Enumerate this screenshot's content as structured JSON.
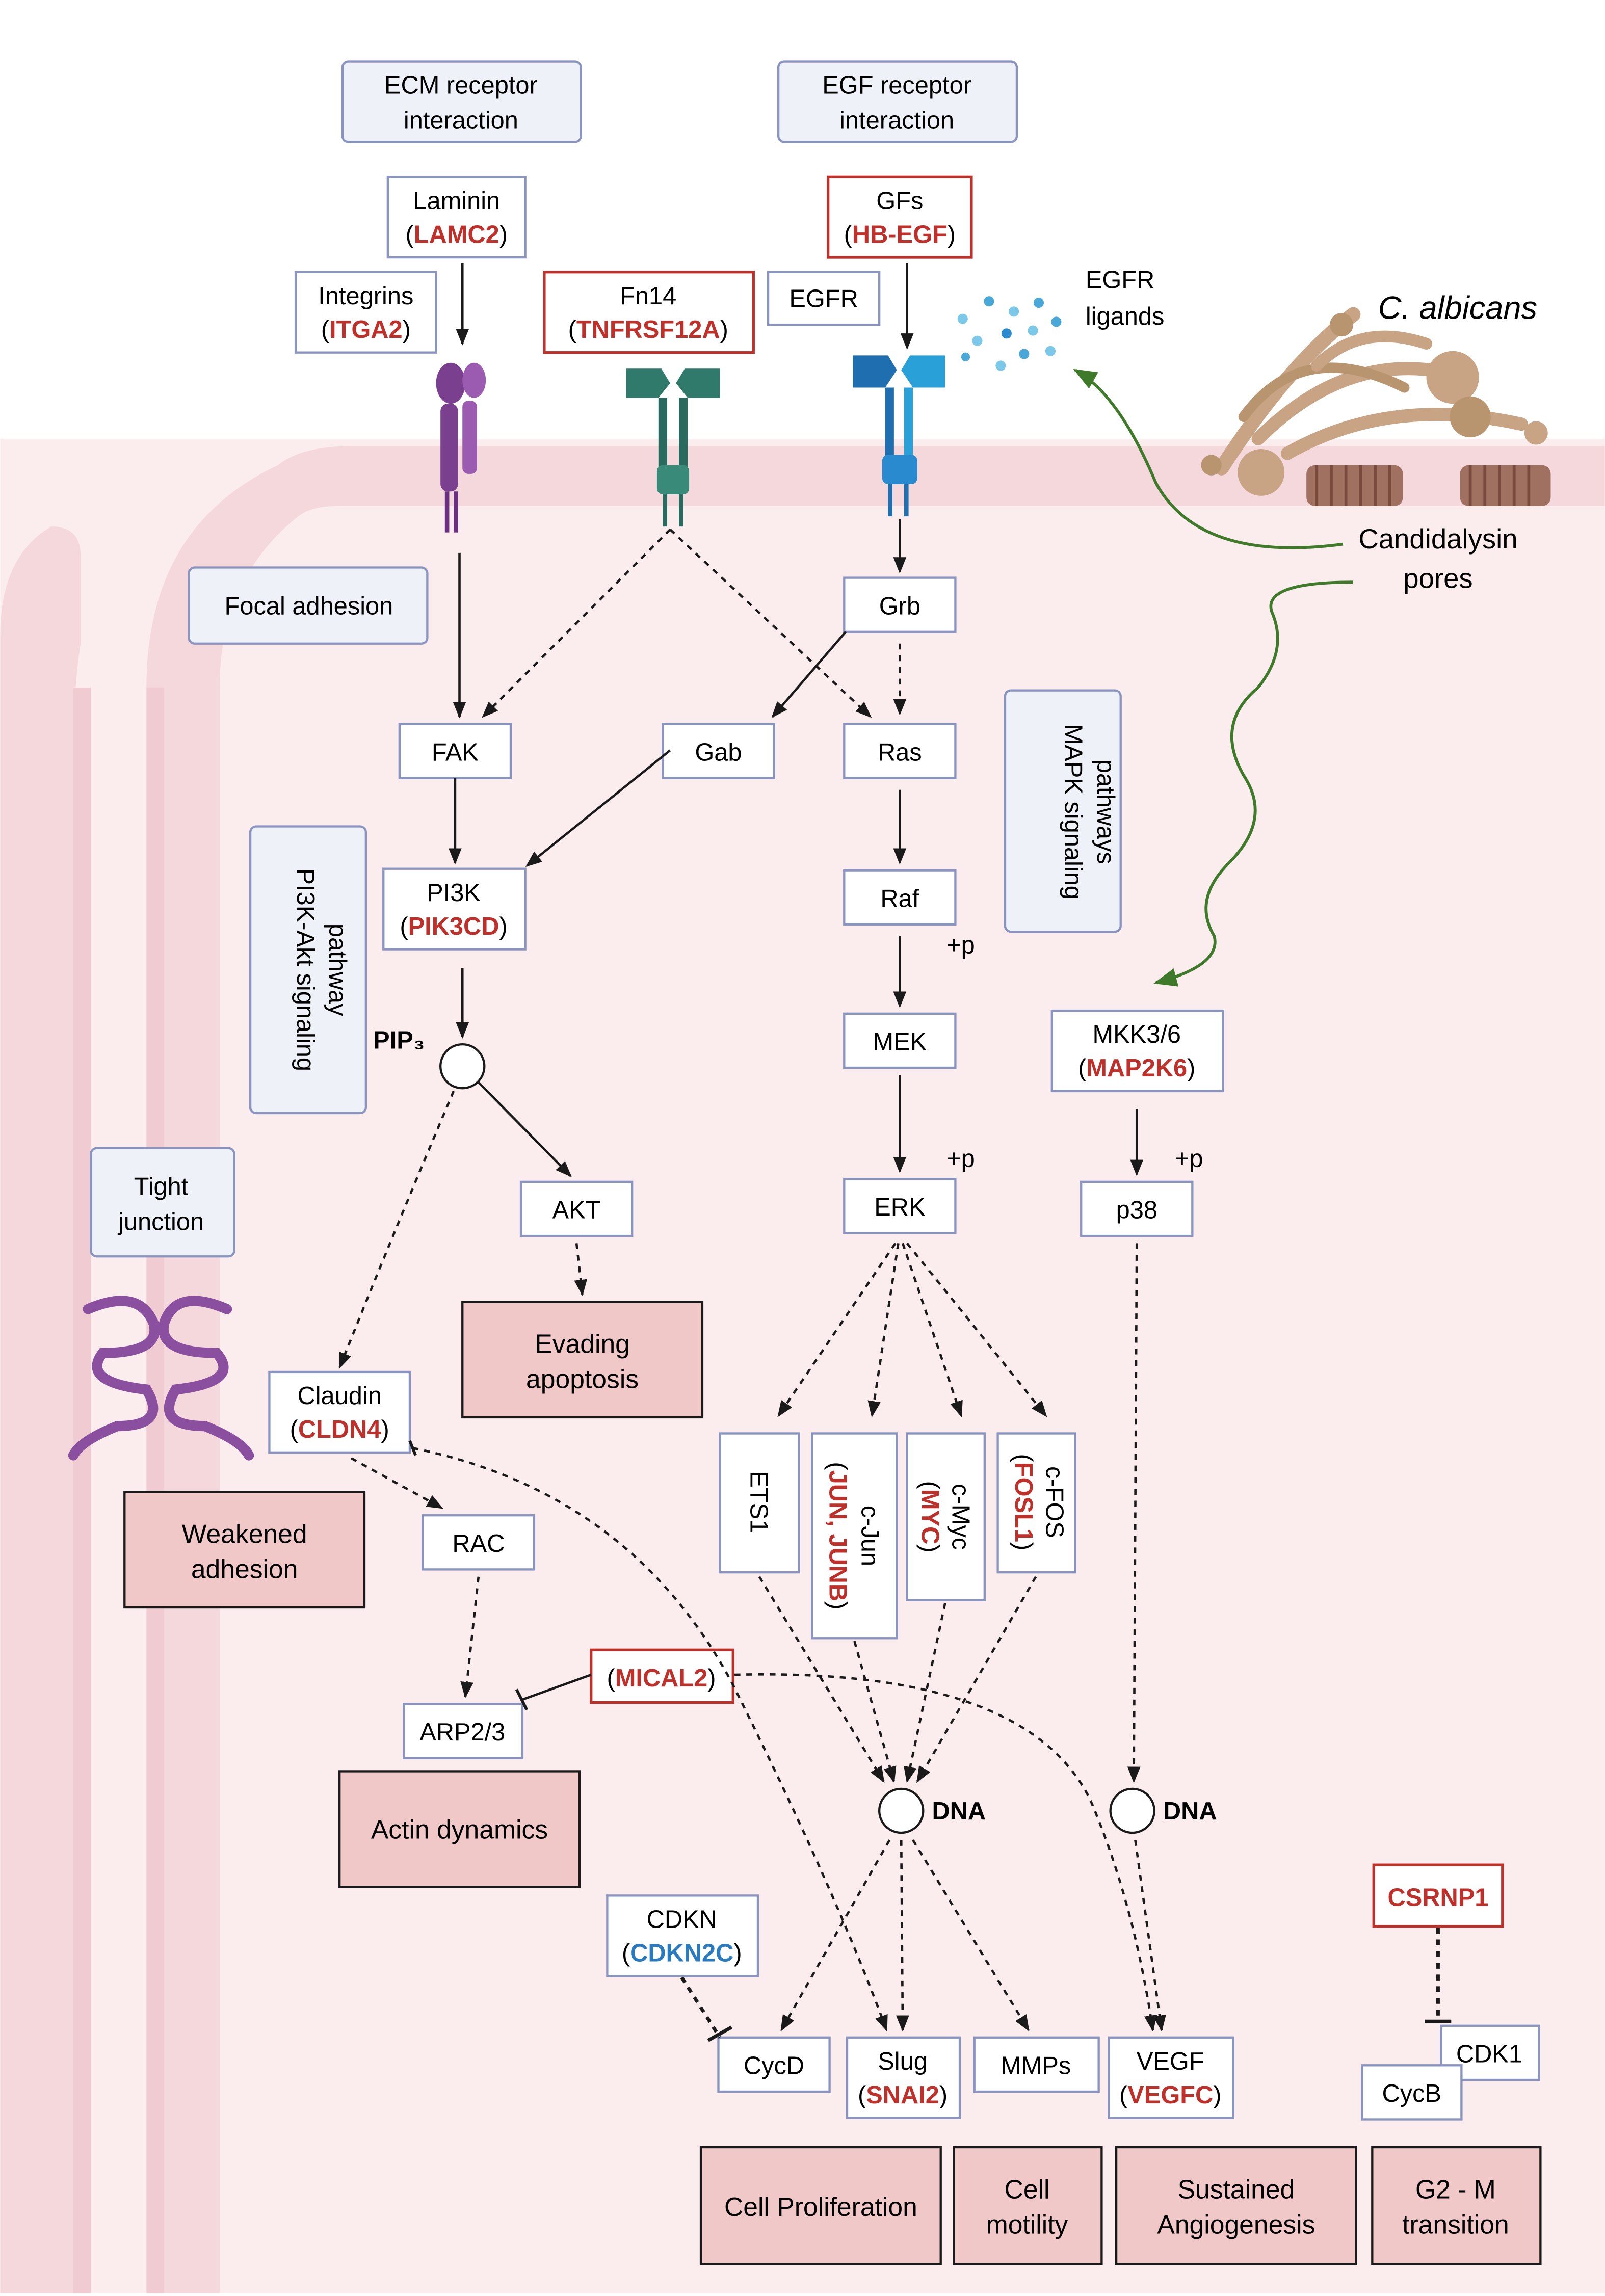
{
  "headers": {
    "ecm": [
      "ECM receptor",
      "interaction"
    ],
    "egf": [
      "EGF receptor",
      "interaction"
    ],
    "focal_adhesion": "Focal adhesion",
    "pi3k_akt": [
      "PI3K-Akt signaling",
      "pathway"
    ],
    "mapk": [
      "MAPK signaling",
      "pathways"
    ],
    "tight_junction": [
      "Tight",
      "junction"
    ]
  },
  "organism": {
    "name": "C. albicans",
    "egfr_ligands": [
      "EGFR",
      "ligands"
    ],
    "candidalysin": [
      "Candidalysin",
      "pores"
    ]
  },
  "receptors": {
    "laminin": {
      "name": "Laminin",
      "gene": "LAMC2"
    },
    "integrins": {
      "name": "Integrins",
      "gene": "ITGA2"
    },
    "fn14": {
      "name": "Fn14",
      "gene": "TNFRSF12A"
    },
    "egfr": "EGFR",
    "gfs": {
      "name": "GFs",
      "gene": "HB-EGF"
    }
  },
  "nodes": {
    "grb": "Grb",
    "ras": "Ras",
    "gab": "Gab",
    "fak": "FAK",
    "raf": "Raf",
    "mek": "MEK",
    "erk": "ERK",
    "pi3k": {
      "name": "PI3K",
      "gene": "PIK3CD"
    },
    "pip3": "PIP₃",
    "akt": "AKT",
    "mkk": {
      "name": "MKK3/6",
      "gene": "MAP2K6"
    },
    "p38": "p38",
    "plus_p": "+p",
    "claudin": {
      "name": "Claudin",
      "gene": "CLDN4"
    },
    "rac": "RAC",
    "arp": "ARP2/3",
    "mical": "MICAL2",
    "ets1": "ETS1",
    "cjun": {
      "name": "c-Jun",
      "gene": "JUN, JUNB"
    },
    "cmyc": {
      "name": "c-Myc",
      "gene": "MYC"
    },
    "cfos": {
      "name": "c-FOS",
      "gene": "FOSL1"
    },
    "dna": "DNA",
    "cdkn": {
      "name": "CDKN",
      "gene": "CDKN2C"
    },
    "csrnp1": "CSRNP1",
    "cycd": "CycD",
    "slug": {
      "name": "Slug",
      "gene": "SNAI2"
    },
    "mmps": "MMPs",
    "vegf": {
      "name": "VEGF",
      "gene": "VEGFC"
    },
    "cdk1": "CDK1",
    "cycb": "CycB"
  },
  "outcomes": {
    "evading": [
      "Evading",
      "apoptosis"
    ],
    "weakened": [
      "Weakened",
      "adhesion"
    ],
    "actin": "Actin dynamics",
    "proliferation": "Cell Proliferation",
    "motility": [
      "Cell",
      "motility"
    ],
    "angiogenesis": [
      "Sustained",
      "Angiogenesis"
    ],
    "g2m": [
      "G2 - M",
      "transition"
    ]
  },
  "colors": {
    "upregulated": "#c0302a",
    "downregulated": "#2a7ac0",
    "node_border": "#8a94c0",
    "header_fill": "#eef2f8",
    "outcome_fill": "#f0c8c8",
    "membrane": "#f4d8dc",
    "cytoplasm": "#fbecee",
    "candida": "#c8a485",
    "arrow_green": "#3f7a2a"
  }
}
